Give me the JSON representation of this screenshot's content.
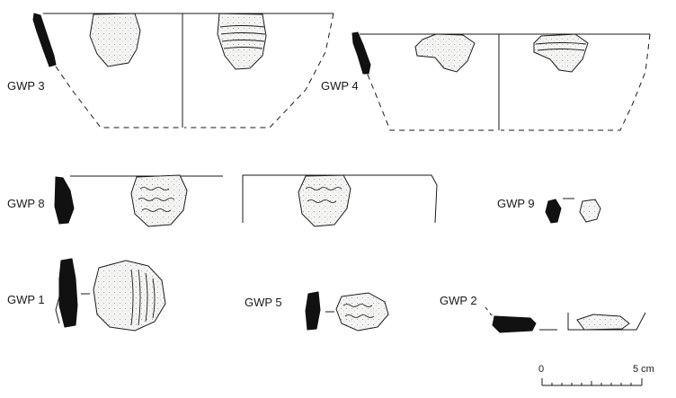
{
  "labels": {
    "gwp3": "GWP 3",
    "gwp4": "GWP 4",
    "gwp8": "GWP 8",
    "gwp9": "GWP 9",
    "gwp1": "GWP 1",
    "gwp5": "GWP 5",
    "gwp2": "GWP 2"
  },
  "scale": {
    "start": "0",
    "end": "5 cm"
  },
  "colors": {
    "ink": "#1a1a1a",
    "section": "#111111",
    "sherd_fill": "#f4f4f2"
  }
}
